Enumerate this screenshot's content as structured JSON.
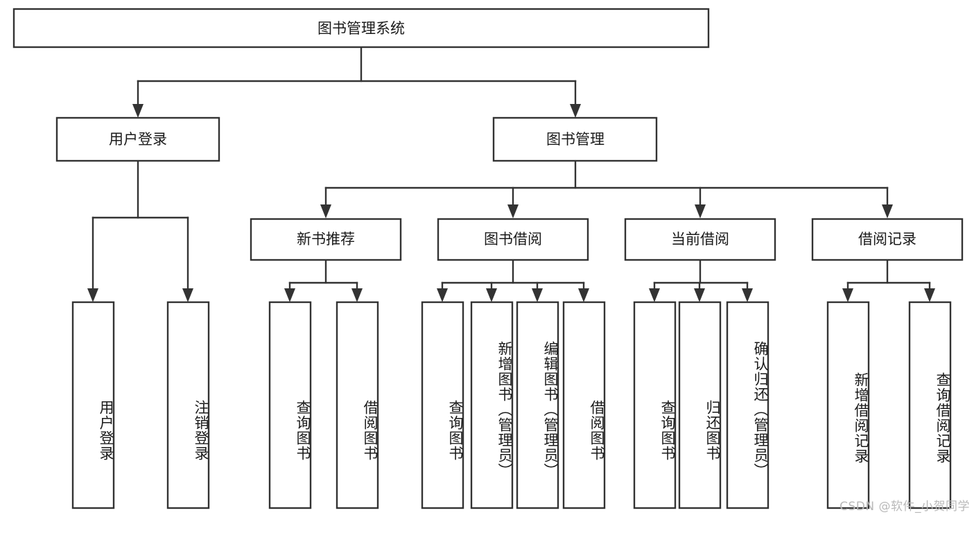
{
  "diagram": {
    "type": "tree-hierarchy",
    "title": "图书管理系统",
    "watermark": "CSDN @软件_小贺同学",
    "root": {
      "id": "root",
      "label": "图书管理系统",
      "level": 0
    },
    "level2": [
      {
        "id": "user-login",
        "label": "用户登录",
        "level": 1
      },
      {
        "id": "book-management",
        "label": "图书管理",
        "level": 1
      }
    ],
    "level3": [
      {
        "id": "new-book-recommend",
        "label": "新书推荐",
        "level": 2,
        "parent": "book-management"
      },
      {
        "id": "book-borrow",
        "label": "图书借阅",
        "level": 2,
        "parent": "book-management"
      },
      {
        "id": "current-borrow",
        "label": "当前借阅",
        "level": 2,
        "parent": "book-management"
      },
      {
        "id": "borrow-record",
        "label": "借阅记录",
        "level": 2,
        "parent": "book-management"
      }
    ],
    "leaves": [
      {
        "id": "leaf-user-login",
        "label": "用户登录",
        "parent": "user-login"
      },
      {
        "id": "leaf-user-logout",
        "label": "注销登录",
        "parent": "user-login"
      },
      {
        "id": "leaf-query-book-1",
        "label": "查询图书",
        "parent": "new-book-recommend"
      },
      {
        "id": "leaf-borrow-book-1",
        "label": "借阅图书",
        "parent": "new-book-recommend"
      },
      {
        "id": "leaf-query-book-2",
        "label": "查询图书",
        "parent": "book-borrow"
      },
      {
        "id": "leaf-add-book",
        "label": "新增图书（管理员）",
        "parent": "book-borrow"
      },
      {
        "id": "leaf-edit-book",
        "label": "编辑图书（管理员）",
        "parent": "book-borrow"
      },
      {
        "id": "leaf-borrow-book-2",
        "label": "借阅图书",
        "parent": "book-borrow"
      },
      {
        "id": "leaf-query-book-3",
        "label": "查询图书",
        "parent": "current-borrow"
      },
      {
        "id": "leaf-return-book",
        "label": "归还图书",
        "parent": "current-borrow"
      },
      {
        "id": "leaf-confirm-return",
        "label": "确认归还（管理员）",
        "parent": "current-borrow"
      },
      {
        "id": "leaf-add-record",
        "label": "新增借阅记录",
        "parent": "borrow-record"
      },
      {
        "id": "leaf-query-record",
        "label": "查询借阅记录",
        "parent": "borrow-record"
      }
    ],
    "colors": {
      "stroke": "#333333",
      "box_fill": "#ffffff",
      "text": "#1a1a1a",
      "background": "#ffffff",
      "watermark": "#b9b9b9"
    }
  }
}
